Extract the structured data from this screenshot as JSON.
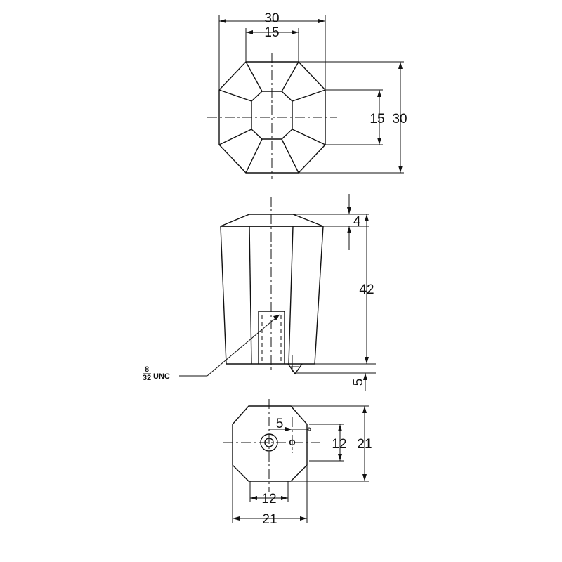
{
  "top_view": {
    "dim_overall_width": "30",
    "dim_inner_width": "15",
    "dim_inner_height": "15",
    "dim_overall_height": "30"
  },
  "front_view": {
    "dim_chamfer": "4",
    "dim_height": "42",
    "dim_bottom": "5",
    "thread_fraction_num": "8",
    "thread_fraction_den": "32",
    "thread_label": "UNC"
  },
  "bottom_view": {
    "dim_offset": "5",
    "dim_inner_height": "12",
    "dim_overall_height": "21",
    "dim_inner_width": "12",
    "dim_overall_width": "21"
  }
}
